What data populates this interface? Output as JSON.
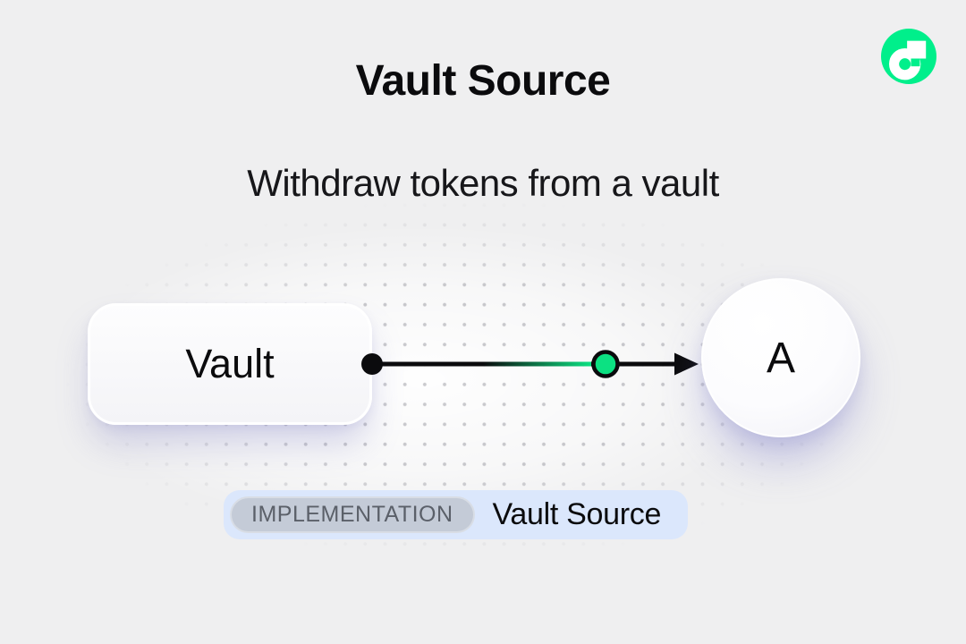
{
  "header": {
    "title": "Vault Source",
    "subtitle": "Withdraw tokens from a vault"
  },
  "logo": {
    "name": "Flow",
    "brand_green": "#00EF8B"
  },
  "diagram": {
    "source_node": {
      "label": "Vault"
    },
    "target_node": {
      "label": "A"
    },
    "connector": {
      "line_color": "#0B0B0D",
      "start_dot_color": "#0B0B0D",
      "event_dot_color": "#0CE182",
      "direction": "left-to-right"
    }
  },
  "caption": {
    "tag": "IMPLEMENTATION",
    "label": "Vault Source",
    "container_color": "#DBE7FC",
    "tag_bg_color": "#C4CBD7",
    "tag_text_color": "#5B6069"
  },
  "colors": {
    "background": "#EFEFF0",
    "text": "#0B0B0D",
    "dot_grid": "#C9C9CE"
  }
}
